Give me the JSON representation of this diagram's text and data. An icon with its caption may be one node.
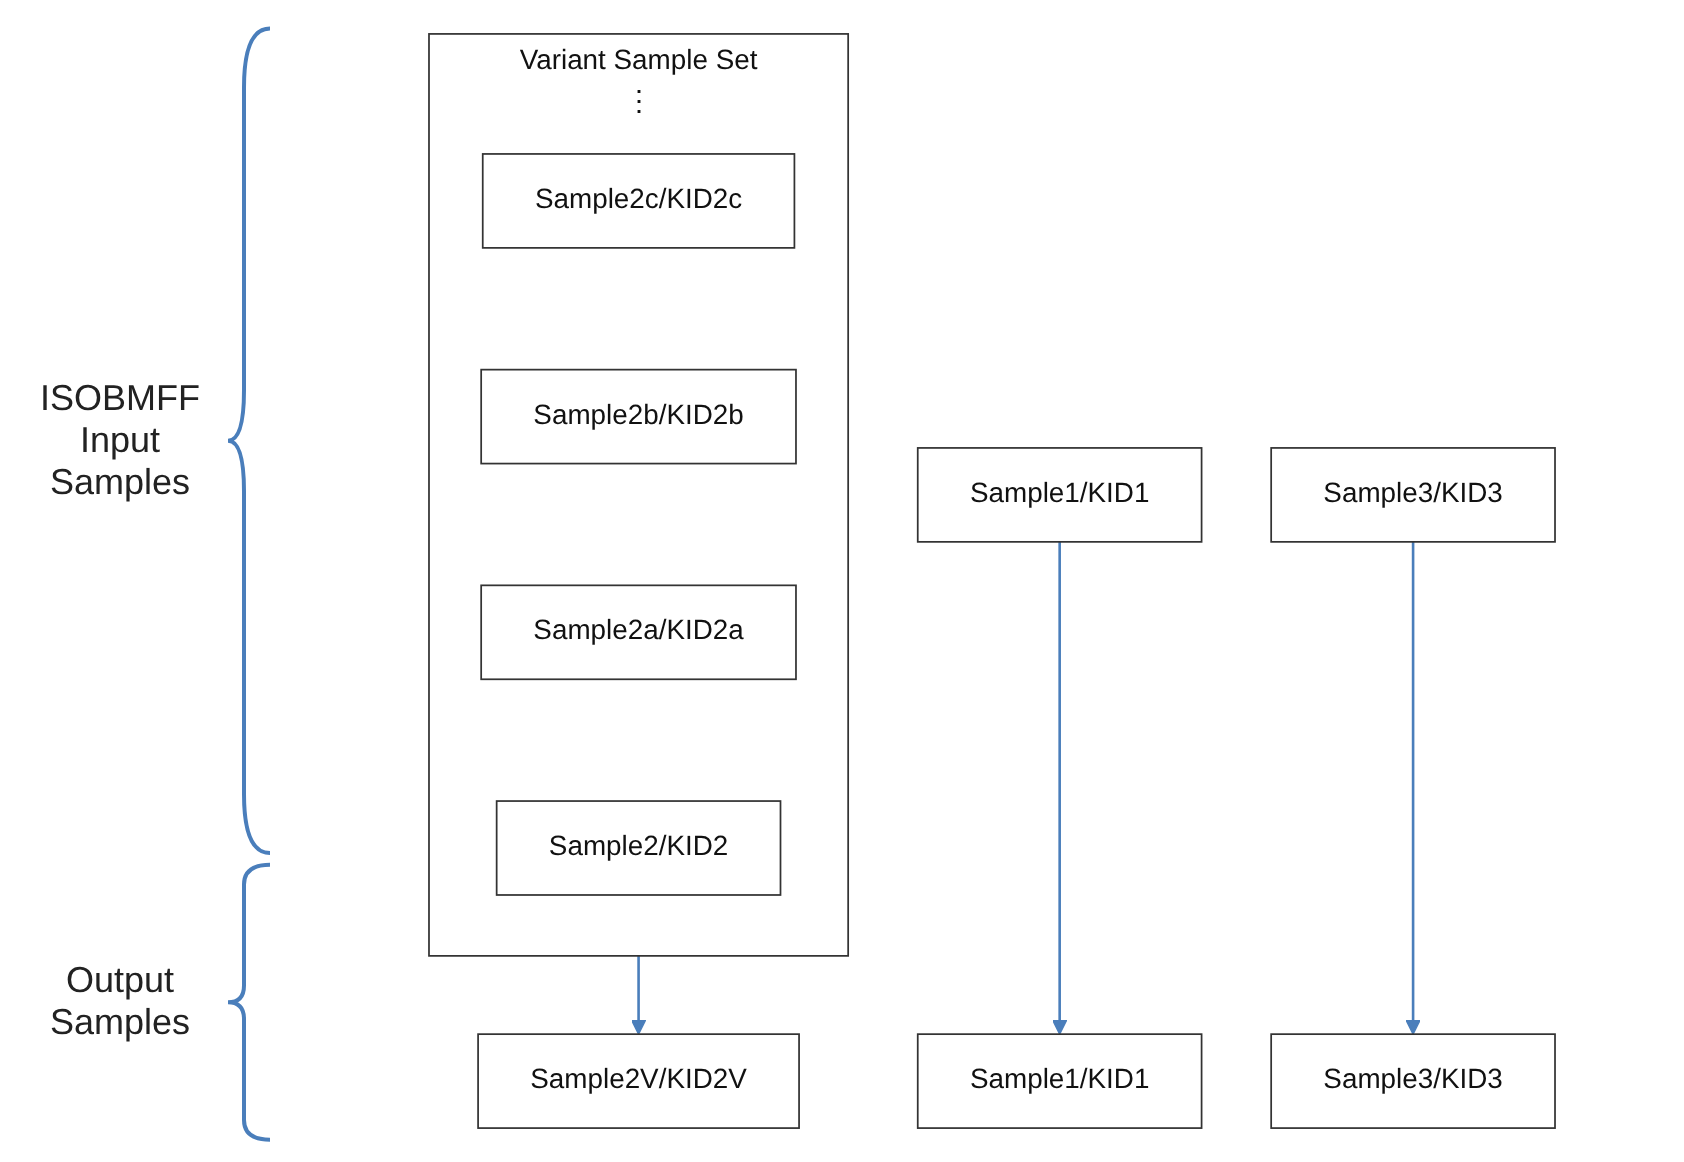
{
  "diagram": {
    "nodes": [
      {
        "text": [
          "Variant Sample Set",
          "⋮"
        ]
      },
      {
        "text": [
          "Sample2c/KID2c"
        ],
        "in": 0
      },
      {
        "text": [
          "Sample2b/KID2b"
        ],
        "in": 0
      },
      {
        "text": [
          "Sample2a/KID2a"
        ],
        "in": 0
      },
      {
        "text": [
          "Sample2/KID2"
        ],
        "in": 0
      },
      {
        "text": [
          "Sample1/KID1"
        ]
      },
      {
        "text": [
          "Sample3/KID3"
        ]
      },
      {
        "text": [
          "Sample1/KID1"
        ]
      },
      {
        "text": [
          "Sample2V/KID2V"
        ]
      },
      {
        "text": [
          "Sample3/KID3"
        ]
      }
    ],
    "edges": [
      {
        "from": 5,
        "to": 7,
        "arrow": "to"
      },
      {
        "from": 0,
        "to": 8,
        "arrow": "to"
      },
      {
        "from": 6,
        "to": 9,
        "arrow": "to"
      }
    ],
    "labels": [
      "ISOBMFF Input Samples",
      "Output Samples"
    ]
  }
}
